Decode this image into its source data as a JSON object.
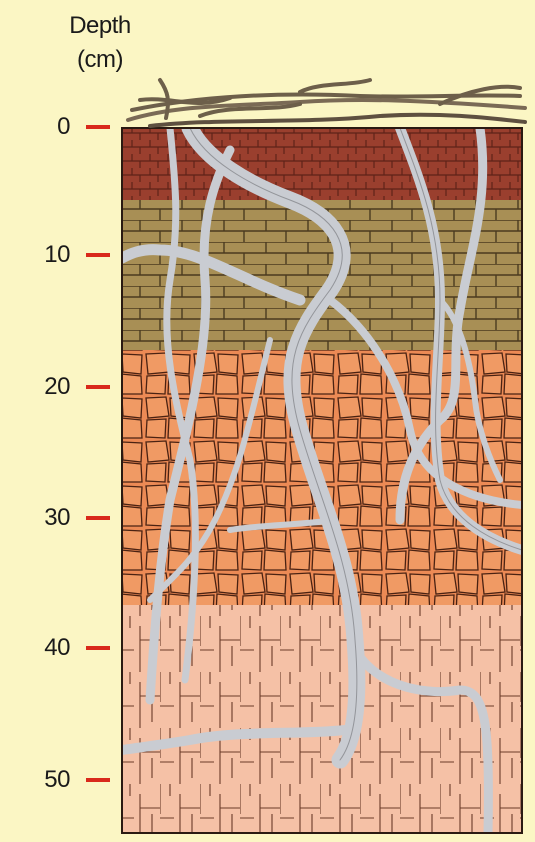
{
  "axis": {
    "title_line1": "Depth",
    "title_line2": "(cm)",
    "ticks": [
      "0",
      "10",
      "20",
      "30",
      "40",
      "50"
    ]
  },
  "colors": {
    "background": "#fbf6c4",
    "tick_mark": "#d9291b",
    "horizon_top": "#9a3f2e",
    "horizon_upper": "#a88f55",
    "horizon_middle": "#ec8a55",
    "horizon_lower": "#f5c1a6",
    "roots": "#c9ccd2",
    "litter": "#7a6a55",
    "cracks": "#3a2418"
  }
}
